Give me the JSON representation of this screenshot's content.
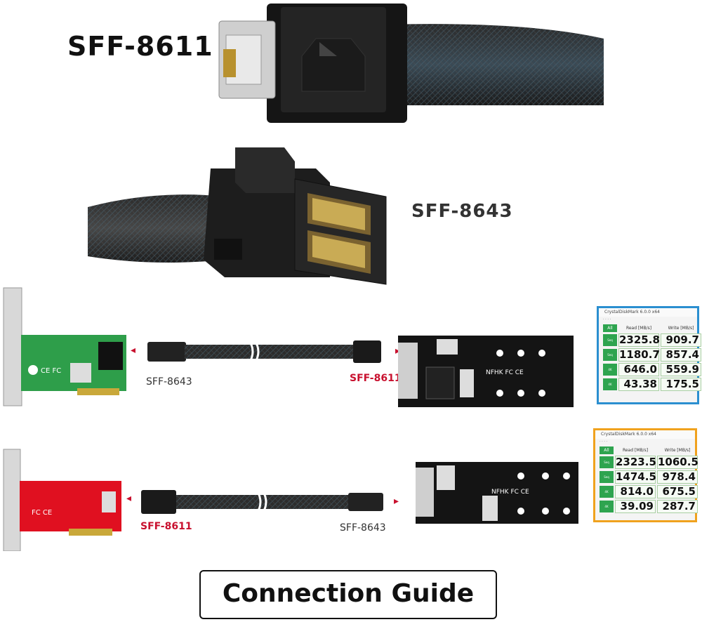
{
  "labels": {
    "top_connector": "SFF-8611",
    "middle_connector": "SFF-8643",
    "row1_left": "SFF-8643",
    "row1_right": "SFF-8611",
    "row2_left": "SFF-8611",
    "row2_right": "SFF-8643",
    "footer": "Connection Guide"
  },
  "colors": {
    "red_label": "#c8102e",
    "green_pcb": "#2e9e4a",
    "red_pcb": "#e01020",
    "cdm_border_blue": "#2b8fd0",
    "cdm_border_orange": "#f0a21e",
    "cdm_green": "#2ea44f"
  },
  "benchmarks": [
    {
      "title": "CrystalDiskMark 6.0.0 x64",
      "headers": [
        "Read [MB/s]",
        "Write [MB/s]"
      ],
      "all_button": "All",
      "rows": [
        {
          "read": "2325.8",
          "write": "909.7"
        },
        {
          "read": "1180.7",
          "write": "857.4"
        },
        {
          "read": "646.0",
          "write": "559.9"
        },
        {
          "read": "43.38",
          "write": "175.5"
        }
      ]
    },
    {
      "title": "CrystalDiskMark 6.0.0 x64",
      "headers": [
        "Read [MB/s]",
        "Write [MB/s]"
      ],
      "all_button": "All",
      "rows": [
        {
          "read": "2323.5",
          "write": "1060.5"
        },
        {
          "read": "1474.5",
          "write": "978.4"
        },
        {
          "read": "814.0",
          "write": "675.5"
        },
        {
          "read": "39.09",
          "write": "287.7"
        }
      ]
    }
  ]
}
